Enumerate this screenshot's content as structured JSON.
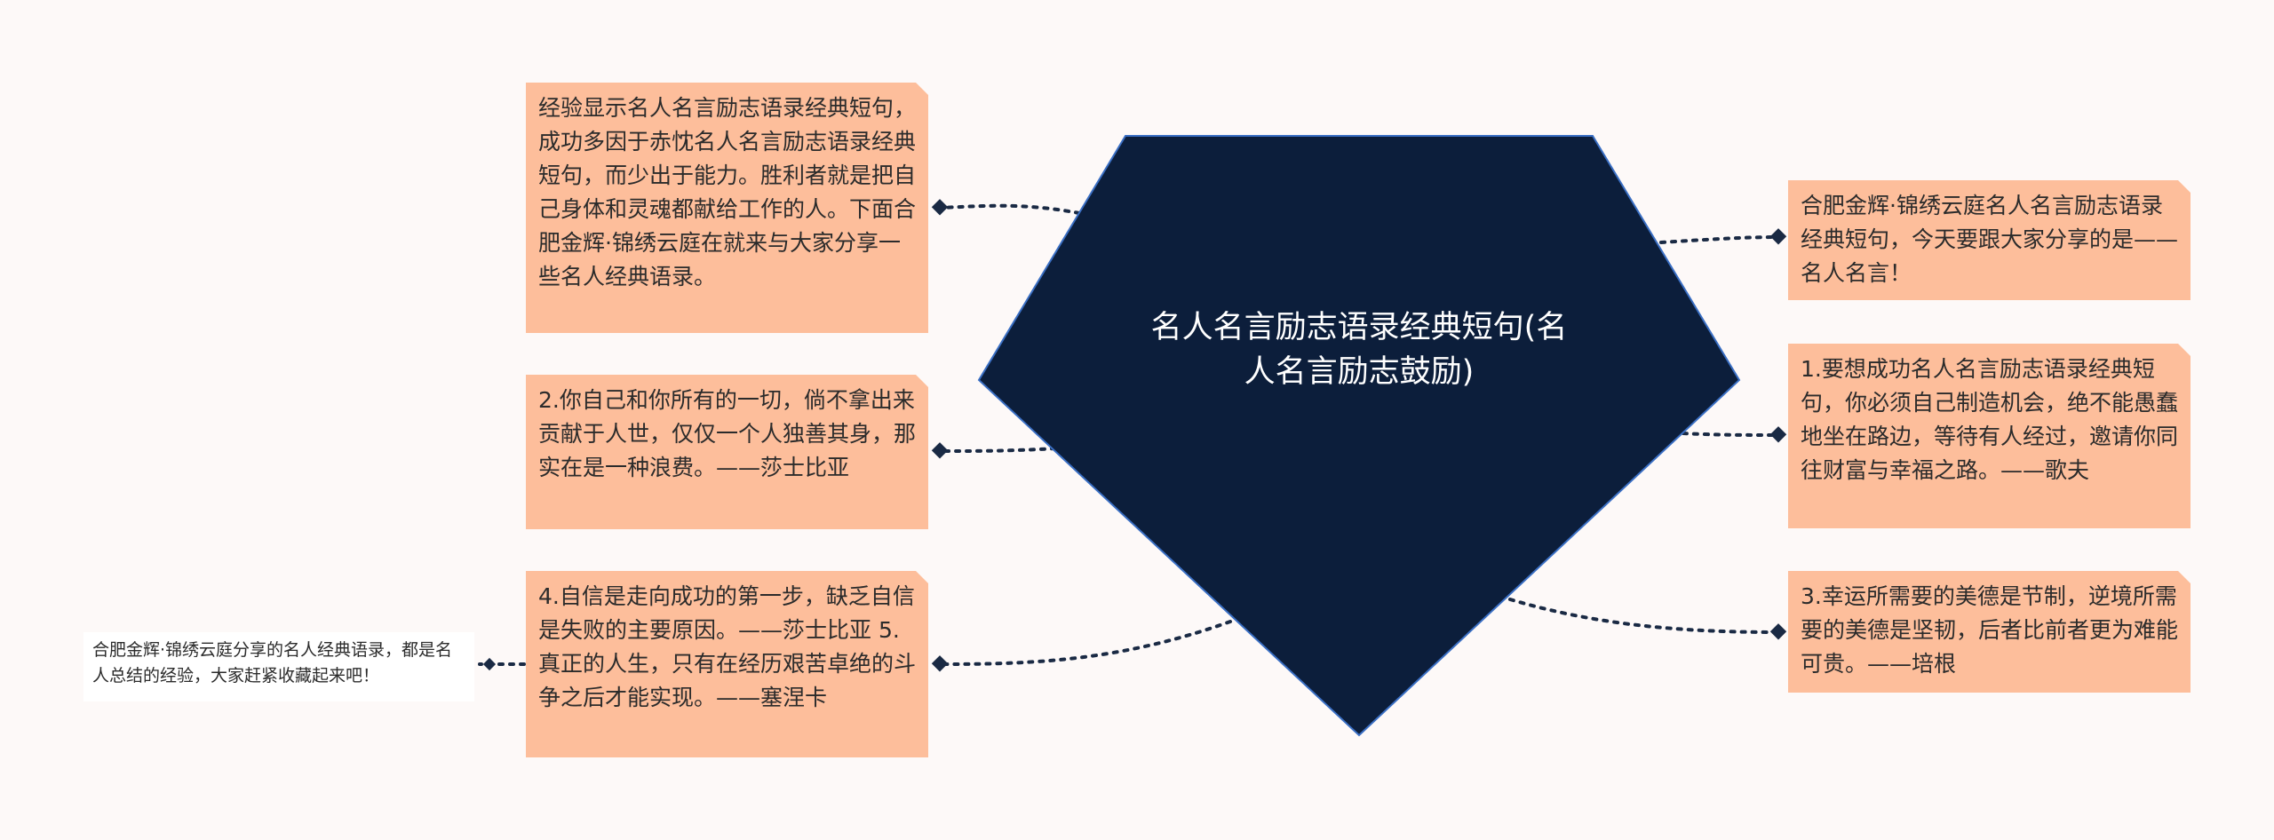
{
  "root": {
    "title": "名人名言励志语录经典短句(名人名言励志鼓励)"
  },
  "left_topics": [
    {
      "text": "经验显示名人名言励志语录经典短句，成功多因于赤忱名人名言励志语录经典短句，而少出于能力。胜利者就是把自己身体和灵魂都献给工作的人。下面合肥金辉·锦绣云庭在就来与大家分享一些名人经典语录。"
    },
    {
      "text": "2.你自己和你所有的一切，倘不拿出来贡献于人世，仅仅一个人独善其身，那实在是一种浪费。——莎士比亚"
    },
    {
      "text": "4.自信是走向成功的第一步，缺乏自信是失败的主要原因。——莎士比亚 5.真正的人生，只有在经历艰苦卓绝的斗争之后才能实现。——塞涅卡"
    }
  ],
  "right_topics": [
    {
      "text": "合肥金辉·锦绣云庭名人名言励志语录经典短句，今天要跟大家分享的是——名人名言！"
    },
    {
      "text": "1.要想成功名人名言励志语录经典短句，你必须自己制造机会，绝不能愚蠢地坐在路边，等待有人经过，邀请你同往财富与幸福之路。——歌夫"
    },
    {
      "text": "3.幸运所需要的美德是节制，逆境所需要的美德是坚韧，后者比前者更为难能可贵。——培根"
    }
  ],
  "leaf_topic": {
    "text": "合肥金辉·锦绣云庭分享的名人经典语录，都是名人总结的经验，大家赶紧收藏起来吧！"
  },
  "colors": {
    "background": "#fdf9f8",
    "root_fill": "#0c1e3b",
    "root_stroke": "#3a6fc4",
    "topic_fill": "#fdbe9b",
    "connector": "#1a2a44"
  }
}
